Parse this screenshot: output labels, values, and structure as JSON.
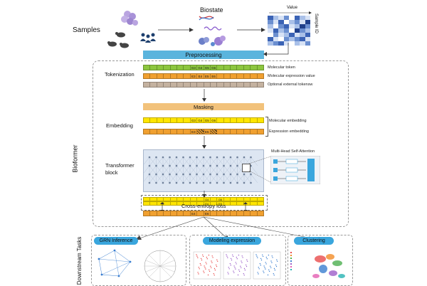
{
  "top": {
    "samples_label": "Samples",
    "biostate_label": "Biostate",
    "value_label": "Value",
    "sample_id_label": "Sample ID"
  },
  "stages": {
    "preprocessing": "Preprocessing",
    "tokenization": "Tokenization",
    "masking": "Masking",
    "embedding": "Embedding",
    "transformer": "Transformer block",
    "cross_entropy": "Cross-entropy loss"
  },
  "legends": {
    "molecular_token": "Molecular token",
    "molecular_expression": "Molecular expression value",
    "optional_external": "Optional external tokensw",
    "molecular_embedding": "Molecular embedding",
    "expression_embedding": "Expression embedding",
    "mhsa": "Multi-Head Self-Attention"
  },
  "tokens": {
    "molecular": [
      "",
      "",
      "",
      "",
      "",
      "",
      "",
      "G3",
      "G4",
      "G5",
      "G6",
      "",
      "",
      "",
      "",
      "",
      "",
      ""
    ],
    "expression": [
      "",
      "",
      "",
      "",
      "",
      "",
      "",
      "E3",
      "E4",
      "E5",
      "E6",
      "",
      "",
      "",
      "",
      "",
      "",
      ""
    ],
    "embed_mol": [
      "",
      "",
      "",
      "",
      "",
      "",
      "",
      "G3",
      "G4",
      "G5",
      "G6",
      "",
      "",
      "",
      "",
      "",
      "",
      ""
    ],
    "embed_expr": [
      "",
      "",
      "",
      "",
      "",
      "",
      "",
      "E3",
      "",
      "E5",
      "",
      "",
      "",
      "",
      "",
      "",
      "",
      ""
    ],
    "pred_mol": [
      "",
      "",
      "",
      "",
      "",
      "",
      "",
      "",
      "",
      "G4",
      "",
      "G6",
      "",
      "",
      "",
      "",
      "",
      ""
    ],
    "pred_expr": [
      "",
      "",
      "",
      "",
      "",
      "",
      "",
      "",
      "",
      "E4",
      "",
      "E6",
      "",
      "",
      "",
      "",
      "",
      ""
    ],
    "output": [
      "",
      "",
      "",
      "",
      "",
      "",
      "",
      "E4",
      "",
      "E6",
      "",
      "",
      "",
      "",
      "",
      "",
      "",
      ""
    ]
  },
  "side_labels": {
    "bioformer": "Bioformer",
    "downstream": "Downstream Tasks"
  },
  "tasks": {
    "grn": "GRN Inference",
    "modeling": "Modeling expression",
    "clustering": "Clustering"
  },
  "colors": {
    "preprocess": "#5ab4dd",
    "token_green": "#8dc63f",
    "expr_orange": "#f0a030",
    "ext_tan": "#c4b2a0",
    "mask_orange": "#f2c27b",
    "embed_yellow": "#ffe500",
    "task_blue": "#3aa6dd"
  }
}
